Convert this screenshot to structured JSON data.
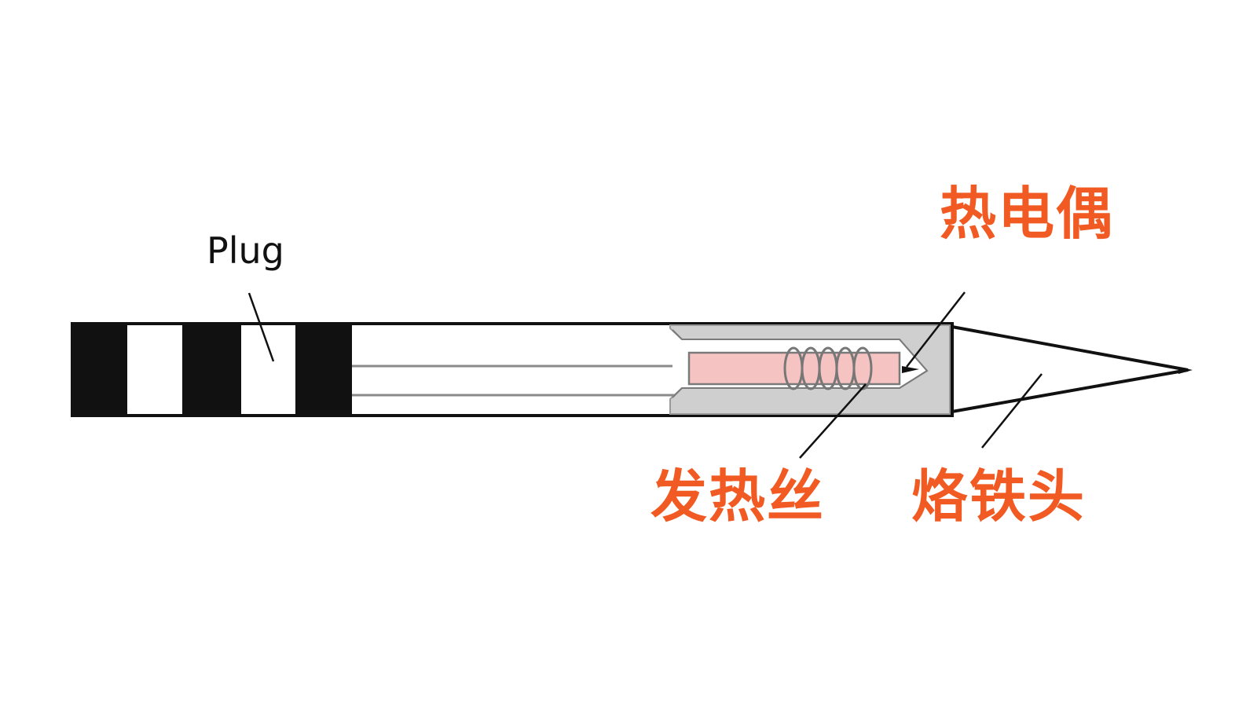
{
  "colors": {
    "label_accent": "#f15a22",
    "outline": "#111111",
    "band": "#111111",
    "body": "#ffffff",
    "sleeve": "#cfcfcf",
    "core": "#f6c3c3"
  },
  "labels": {
    "plug": "Plug",
    "thermocouple": "热电偶",
    "heating_wire": "发热丝",
    "soldering_tip": "烙铁头"
  }
}
